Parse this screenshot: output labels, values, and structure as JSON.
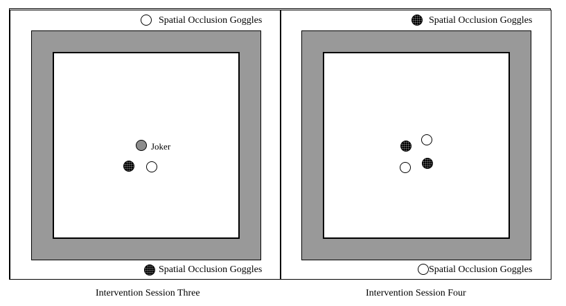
{
  "panels": [
    {
      "caption": "Intervention Session Three",
      "top_legend": {
        "marker": "white",
        "label": "Spatial Occlusion Goggles"
      },
      "bottom_legend": {
        "marker": "black",
        "label": "Spatial Occlusion Goggles"
      },
      "joker_label": "Joker"
    },
    {
      "caption": "Intervention Session Four",
      "top_legend": {
        "marker": "black",
        "label": "Spatial Occlusion Goggles"
      },
      "bottom_legend": {
        "marker": "white",
        "label": "Spatial Occlusion Goggles"
      }
    }
  ],
  "colors": {
    "ring": "#999999",
    "joker": "#8c8c8c",
    "player_dark": "#000000",
    "player_light": "#ffffff"
  }
}
